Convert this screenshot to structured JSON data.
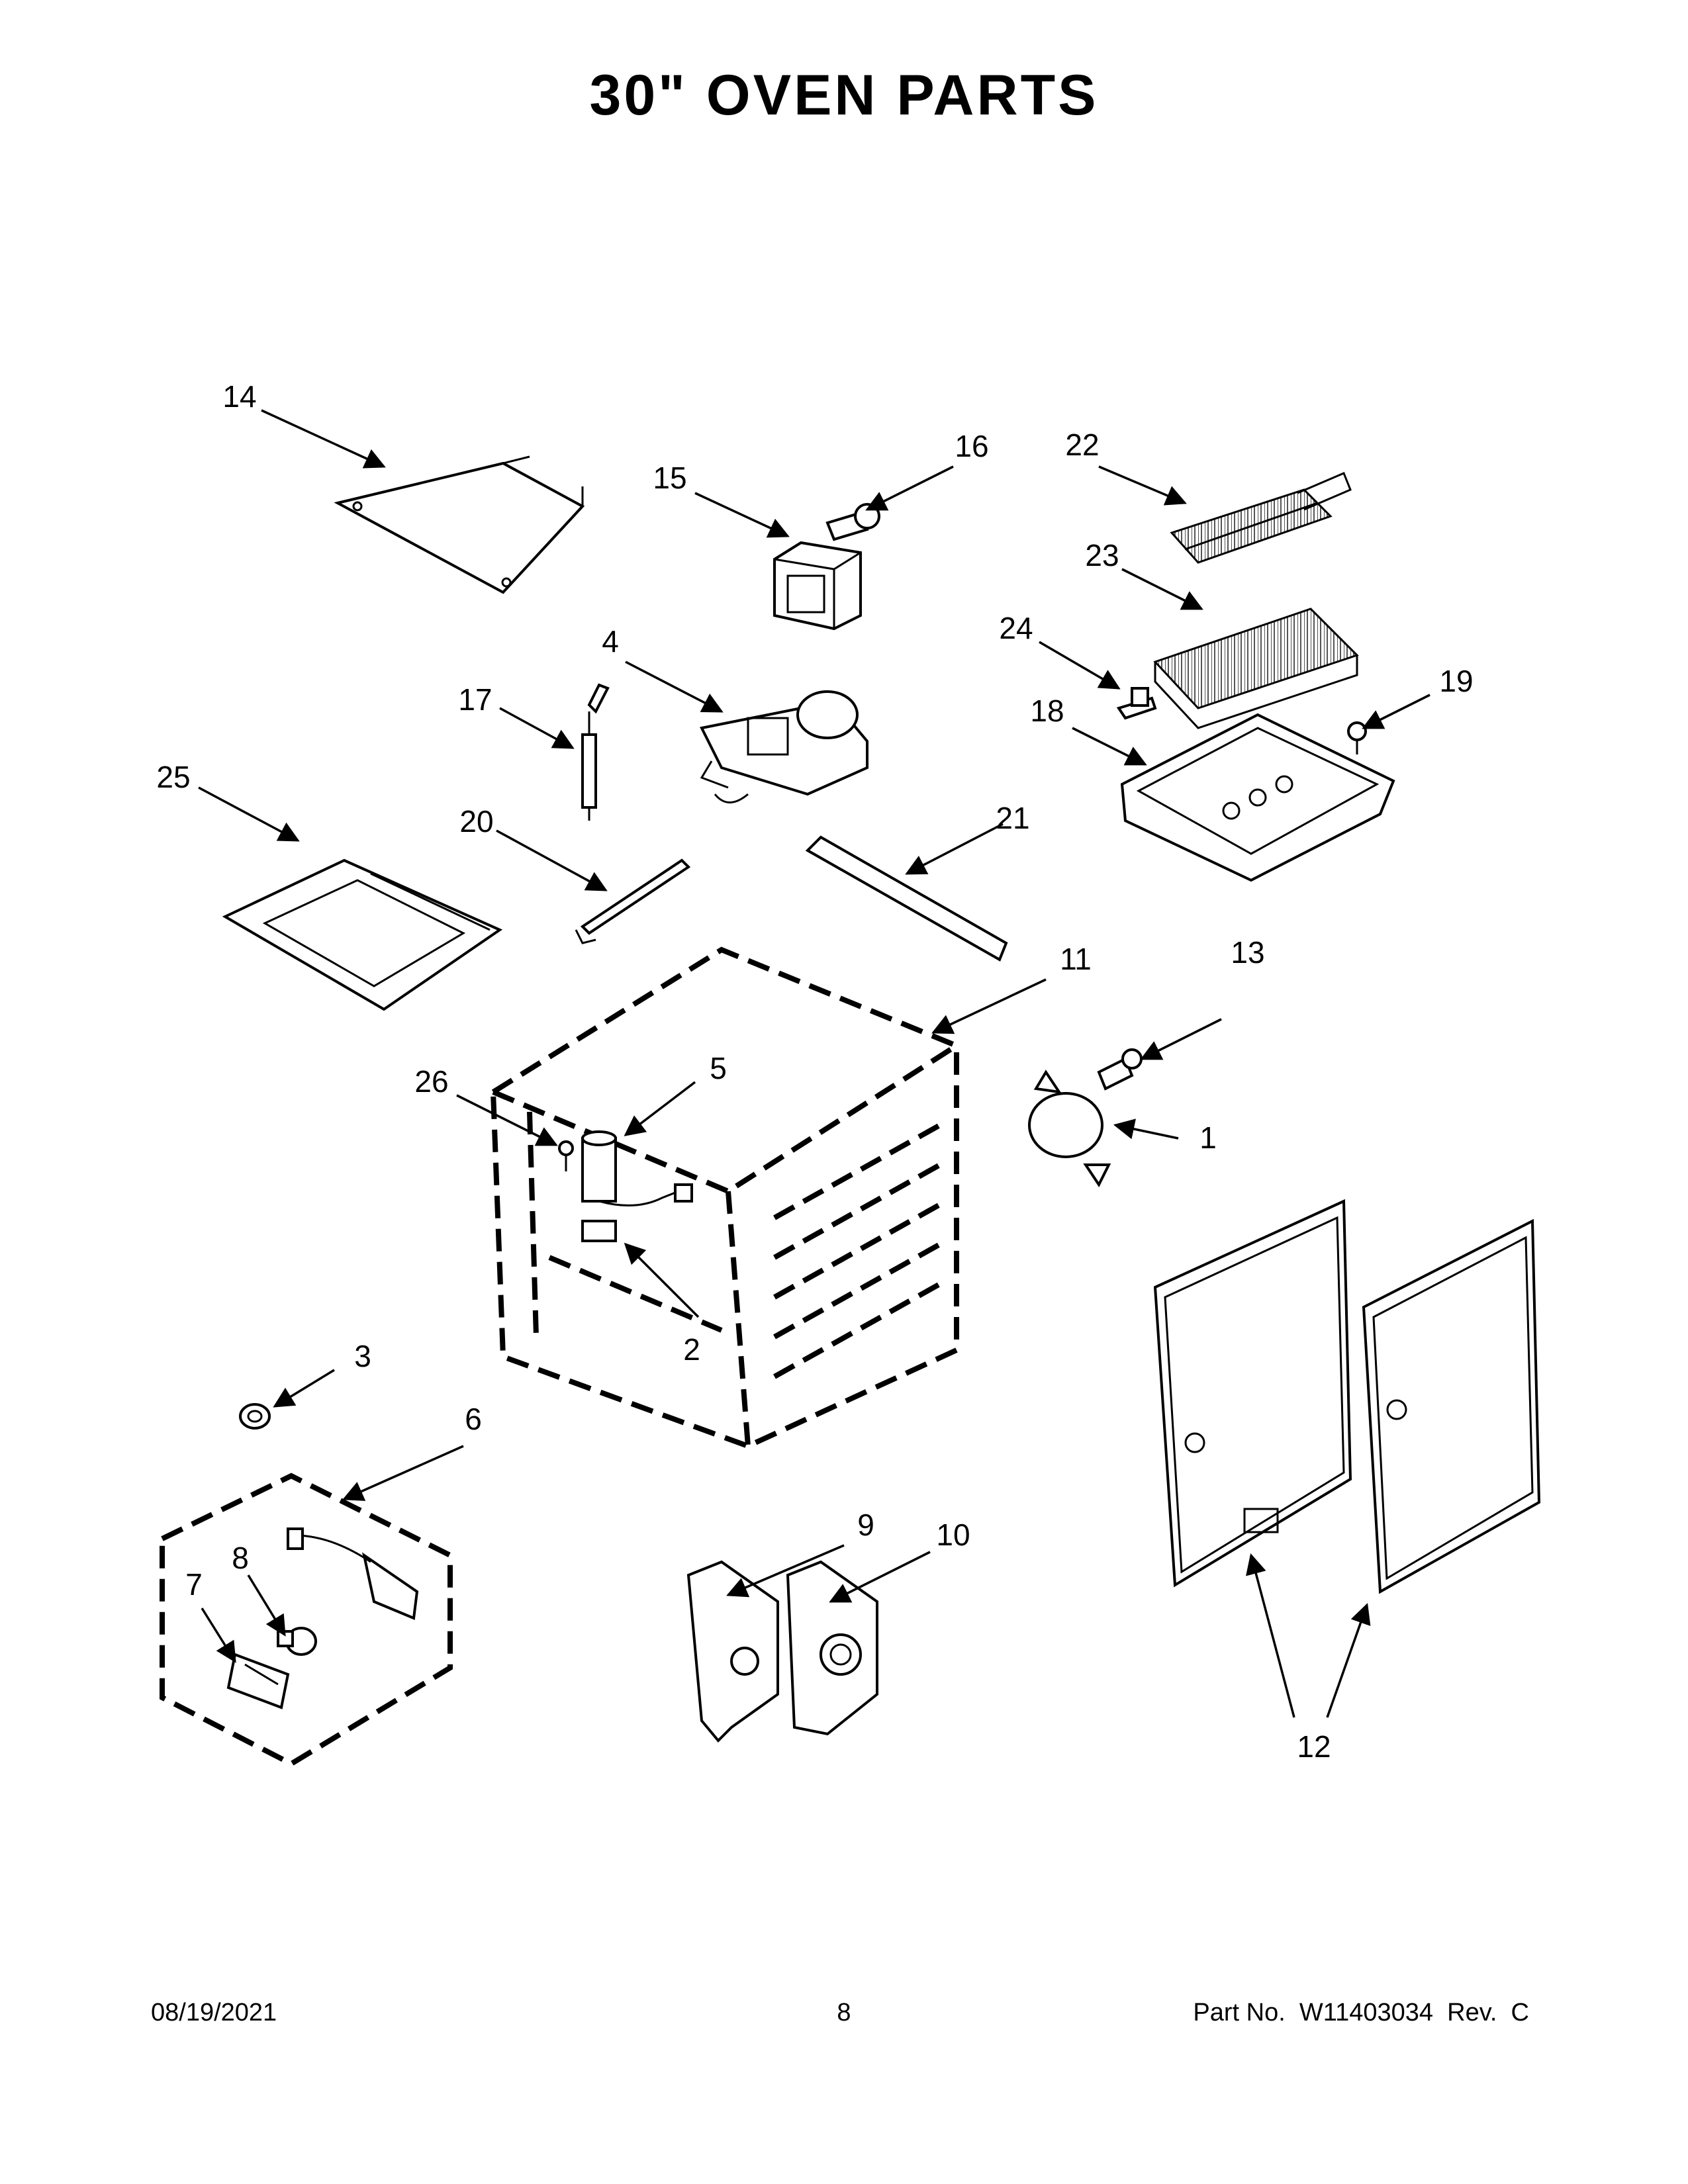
{
  "title": "30\" OVEN PARTS",
  "callouts": [
    "1",
    "2",
    "3",
    "4",
    "5",
    "6",
    "7",
    "8",
    "9",
    "10",
    "11",
    "12",
    "13",
    "14",
    "15",
    "16",
    "17",
    "18",
    "19",
    "20",
    "21",
    "22",
    "23",
    "24",
    "25",
    "26"
  ],
  "footer": {
    "date": "08/19/2021",
    "page": "8",
    "part_number": "Part No.  W11403034  Rev.  C"
  }
}
